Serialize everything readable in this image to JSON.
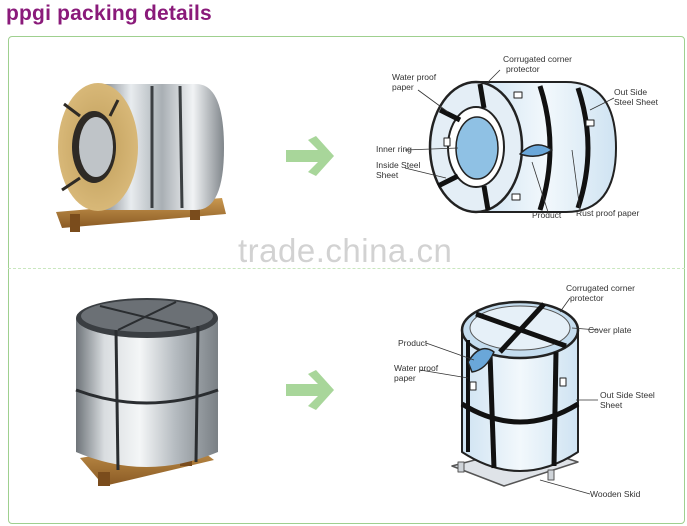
{
  "header": {
    "title": "ppgi packing details"
  },
  "watermark": {
    "text": "trade.china.cn"
  },
  "top_diagram": {
    "labels": {
      "water_proof_paper_1": "Water proof",
      "water_proof_paper_2": "paper",
      "corner_protector_1": "Corrugated corner",
      "corner_protector_2": "protector",
      "outside_steel_1": "Out Side",
      "outside_steel_2": "Steel Sheet",
      "inner_ring": "Inner ring",
      "inside_steel_1": "Inside Steel",
      "inside_steel_2": "Sheet",
      "product": "Product",
      "rust_proof_paper": "Rust proof paper"
    }
  },
  "bottom_diagram": {
    "labels": {
      "corner_protector_1": "Corrugated corner",
      "corner_protector_2": "protector",
      "cover_plate": "Cover plate",
      "product": "Product",
      "water_proof_1": "Water proof",
      "water_proof_2": "paper",
      "outside_steel_1": "Out Side Steel",
      "outside_steel_2": "Sheet",
      "wooden_skid": "Wooden Skid"
    }
  },
  "colors": {
    "title": "#8a1a7a",
    "arrow": "#a8d69a",
    "frame": "#9fd08f"
  }
}
